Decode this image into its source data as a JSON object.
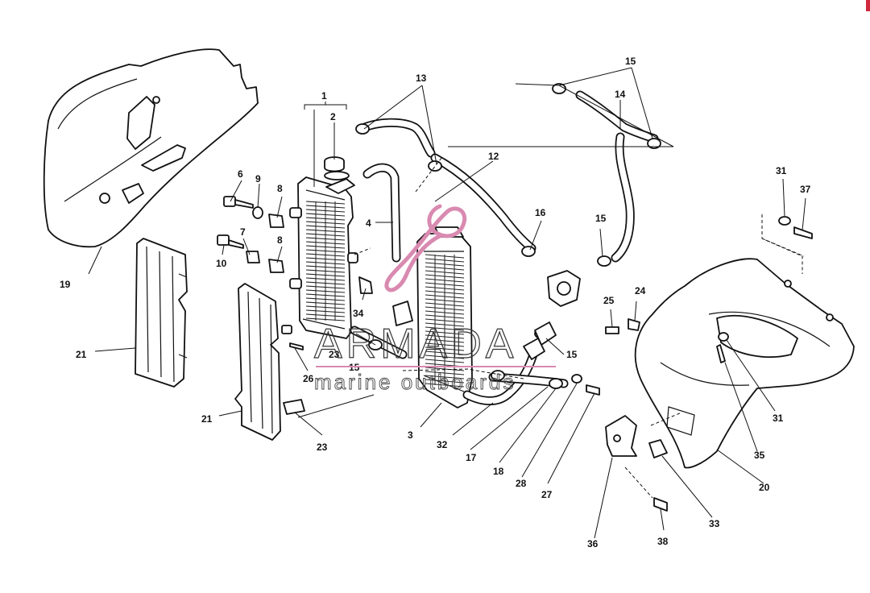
{
  "diagram": {
    "labels": [
      "1",
      "2",
      "3",
      "4",
      "6",
      "7",
      "8",
      "8",
      "9",
      "10",
      "12",
      "13",
      "14",
      "15",
      "15",
      "15",
      "15",
      "16",
      "17",
      "18",
      "19",
      "20",
      "21",
      "21",
      "23",
      "23",
      "24",
      "25",
      "26",
      "27",
      "28",
      "31",
      "31",
      "32",
      "33",
      "34",
      "35",
      "36",
      "37",
      "38"
    ]
  },
  "watermark": {
    "brand": "ARMADA",
    "tagline": "marine outboards",
    "color": "#d98ab0"
  },
  "accent": {
    "corner": "#d0283c"
  }
}
